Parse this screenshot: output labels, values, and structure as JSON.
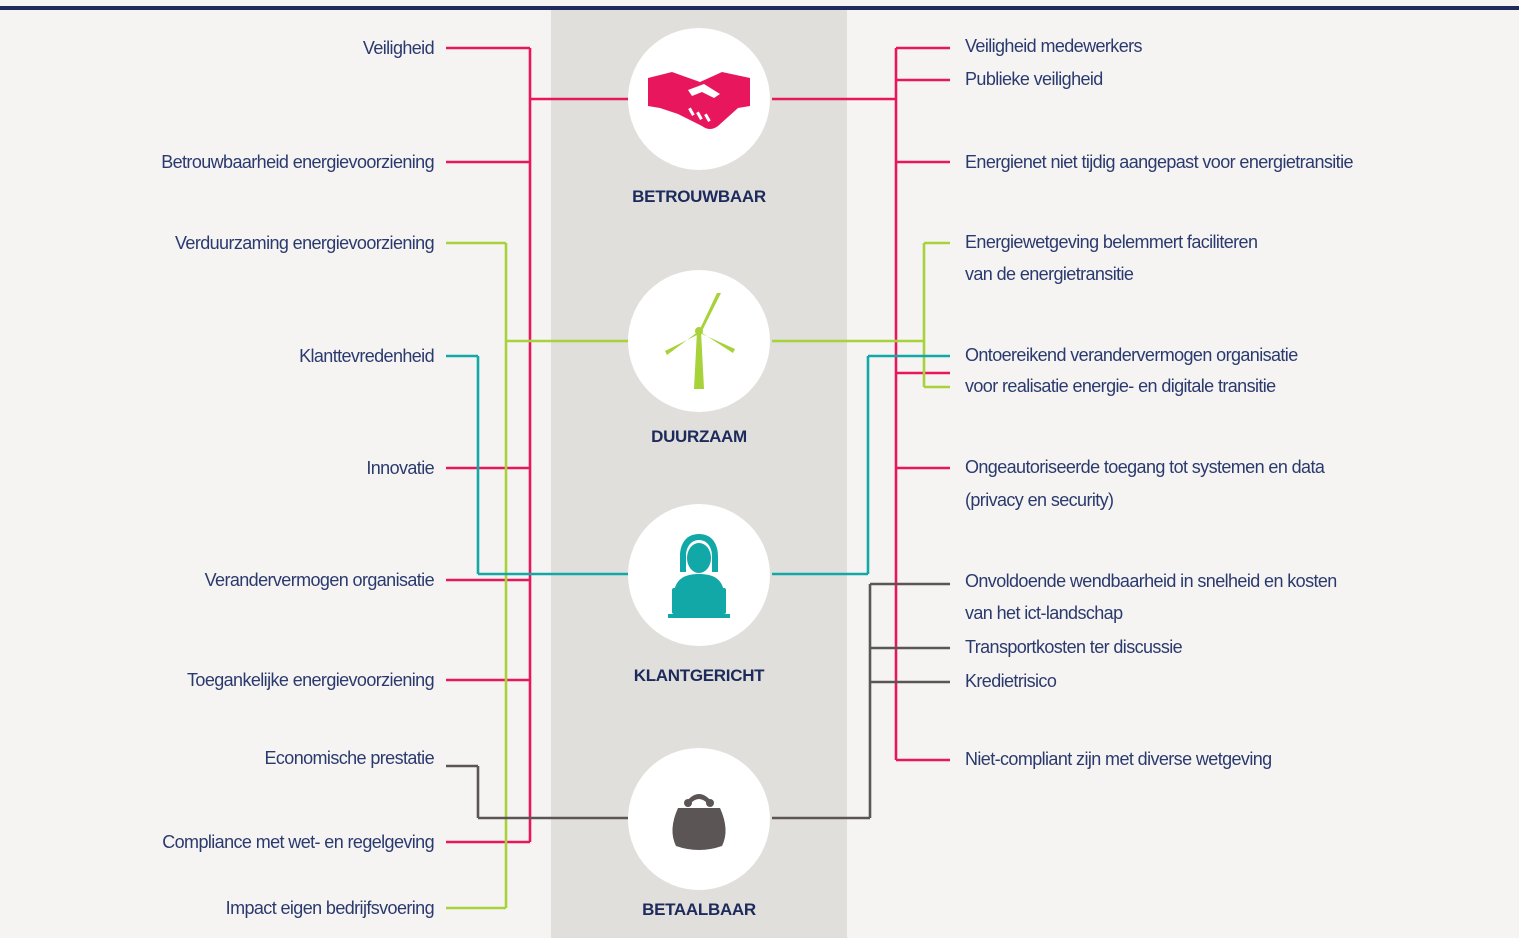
{
  "categories": [
    {
      "key": "betrouwbaar",
      "label": "BETROUWBAAR",
      "icon": "handshake-icon",
      "color": "#e8175d"
    },
    {
      "key": "duurzaam",
      "label": "DUURZAAM",
      "icon": "wind-turbine-icon",
      "color": "#a8d23a"
    },
    {
      "key": "klantgericht",
      "label": "KLANTGERICHT",
      "icon": "customer-service-icon",
      "color": "#13a8a8"
    },
    {
      "key": "betaalbaar",
      "label": "BETAALBAAR",
      "icon": "purse-icon",
      "color": "#5c5556"
    }
  ],
  "left_items": [
    {
      "label": "Veiligheid",
      "category": "betrouwbaar"
    },
    {
      "label": "Betrouwbaarheid energievoorziening",
      "category": "betrouwbaar"
    },
    {
      "label": "Verduurzaming energievoorziening",
      "category": "duurzaam"
    },
    {
      "label": "Klanttevredenheid",
      "category": "klantgericht"
    },
    {
      "label": "Innovatie",
      "category": "betrouwbaar"
    },
    {
      "label": "Verandervermogen organisatie",
      "category": "betrouwbaar"
    },
    {
      "label": "Toegankelijke energievoorziening",
      "category": "betrouwbaar"
    },
    {
      "label": "Economische prestatie",
      "category": "betaalbaar"
    },
    {
      "label": "Compliance met wet- en regelgeving",
      "category": "betrouwbaar"
    },
    {
      "label": "Impact eigen bedrijfsvoering",
      "category": "duurzaam"
    }
  ],
  "right_items": [
    {
      "lines": [
        "Veiligheid medewerkers"
      ]
    },
    {
      "lines": [
        "Publieke veiligheid"
      ]
    },
    {
      "lines": [
        "Energienet niet tijdig aangepast voor energietransitie"
      ]
    },
    {
      "lines": [
        "Energiewetgeving belemmert faciliteren",
        "van de energietransitie"
      ]
    },
    {
      "lines": [
        "Ontoereikend verandervermogen organisatie",
        "voor realisatie energie- en digitale transitie"
      ]
    },
    {
      "lines": [
        "Ongeautoriseerde toegang tot systemen en data",
        "(privacy en security)"
      ]
    },
    {
      "lines": [
        "Onvoldoende wendbaarheid in snelheid en kosten",
        "van het ict-landschap"
      ]
    },
    {
      "lines": [
        "Transportkosten ter discussie"
      ]
    },
    {
      "lines": [
        "Kredietrisico"
      ]
    },
    {
      "lines": [
        "Niet-compliant zijn met diverse wetgeving"
      ]
    }
  ]
}
